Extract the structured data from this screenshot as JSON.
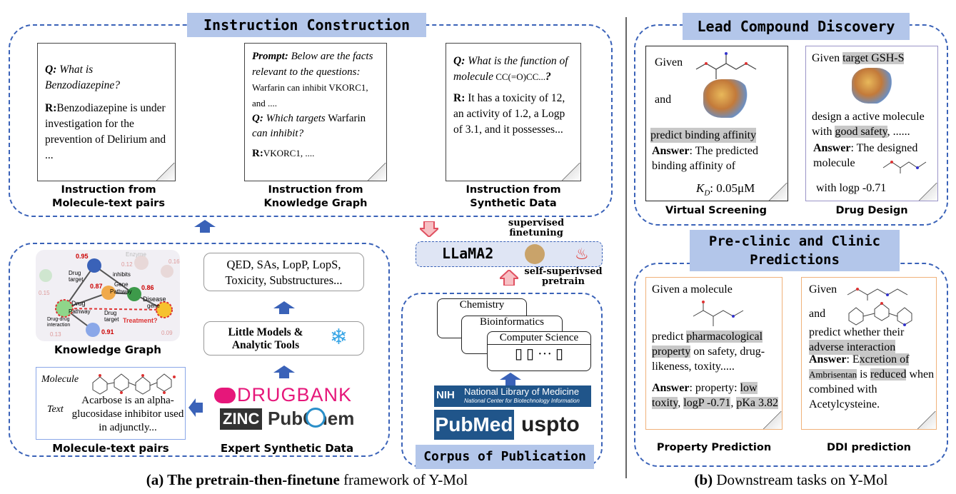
{
  "panel_a": {
    "instruction_title": "Instruction Construction",
    "cards": [
      {
        "q_prefix": "Q:",
        "q_text": " What is Benzodiazepine?",
        "r_prefix": "R:",
        "r_text": "Benzodiazepine is under investigation for the prevention of Delirium and ...",
        "label": "Instruction from Molecule-text pairs"
      },
      {
        "prompt_prefix": "Prompt:",
        "prompt_italic": " Below are the facts relevant to the questions:",
        "prompt_plain": " Warfarin can inhibit  VKORC1, and ....",
        "q_prefix": "Q:",
        "q_italic1": " Which targets",
        "q_plain": " Warfarin",
        "q_italic2": " can inhibit?",
        "r_prefix": "R:",
        "r_text": "VKORC1, ....",
        "label": "Instruction from Knowledge Graph"
      },
      {
        "q_prefix": "Q:",
        "q_italic": " What is the function of molecule",
        "q_code": " CC(=O)CC...",
        "q_end": "?",
        "r_prefix": "R:",
        "r_text": " It has a toxicity of 12, an activity of 1.2, a Logp of 3.1, and it possesses...",
        "label": "Instruction from Synthetic Data"
      }
    ],
    "supervised": "supervised finetuning",
    "llama": "LLaMA2",
    "self_supervised": "self-superivsed pretrain",
    "kg_label": "Knowledge Graph",
    "kg_nodes": {
      "drug": "Drug",
      "gene": "Gene",
      "pathway1": "Pathway",
      "pathway2": "Pathway",
      "disease": "Disease",
      "gene2": "gene",
      "drug_target1": "Drug target",
      "drug_target2": "Drug target",
      "inhibits": "inhibits",
      "ddi": "Drug-drug interaction",
      "treatment": "Treatment?",
      "enzyme": "Enzyme",
      "w095": "0.95",
      "w087": "0.87",
      "w086": "0.86",
      "w091": "0.91",
      "w012": "0.12",
      "w016": "0.16",
      "w015": "0.15",
      "w013": "0.13",
      "w009": "0.09"
    },
    "props_box": "QED, SAs, LopP, LopS, Toxicity, Substructures...",
    "tools_box": "Little Models & Analytic Tools",
    "mt_molecule": "Molecule",
    "mt_text": "Text",
    "mt_desc": "Acarbose is an alpha-glucosidase inhibitor used in adjunctly...",
    "mt_label": "Molecule-text pairs",
    "drugbank": "DRUGBANK",
    "zinc": "ZINC",
    "pubchem": "PubChem",
    "expert_label": "Expert Synthetic Data",
    "corpus_pages": [
      "Chemistry",
      "Bioinformatics",
      "Computer Science"
    ],
    "ellipsis": "···",
    "nih": "NIH",
    "nlm": "National Library of Medicine",
    "nlm_sub": "National Center for Biotechnology Information",
    "pubmed": "PubMed",
    "uspto": "uspto",
    "corpus_label": "Corpus of Publication",
    "caption_bold": "(a) The ",
    "caption_emph": "pretrain-then-finetune",
    "caption_rest": " framework of Y-Mol"
  },
  "panel_b": {
    "lead_title": "Lead Compound Discovery",
    "vs": {
      "given": "Given",
      "and": "and",
      "task": "predict binding affinity",
      "answer_label": "Answer",
      "answer_text": ": The predicted binding affinity of",
      "kd": "K",
      "kd_sub": "D",
      "kd_val": ": 0.05μM",
      "label": "Virtual Screening"
    },
    "dd": {
      "given": "Given",
      "target": "target GSH-S",
      "design": "design a active molecule with",
      "safety": "good safety",
      "rest": ", ......",
      "answer_label": "Answer",
      "answer_text": ": The designed molecule",
      "logp": "with logp -0.71",
      "label": "Drug Design"
    },
    "clinic_title": "Pre-clinic and Clinic Predictions",
    "pp": {
      "given": "Given a molecule",
      "predict": "predict",
      "prop": "pharmacological property",
      "rest": " on safety, drug-likeness, toxity.....",
      "answer_label": "Answer",
      "answer_text": ": property:",
      "low": "low toxity",
      "comma": ",",
      "logp": "logP -0.71",
      "pka": "pKa 3.82",
      "label": "Property Prediction"
    },
    "ddi": {
      "given": "Given",
      "and": "and",
      "predict": "predict whether their",
      "adverse": "adverse interaction",
      "answer_label": "Answer",
      "answer_text": ": E",
      "excretion": "xcretion of",
      "drug": "Ambrisentan",
      "is": " is ",
      "reduced": "reduced",
      "rest": " when combined with Acetylcysteine.",
      "label": "DDI prediction"
    },
    "caption_bold": "(b)",
    "caption_rest": " Downstream tasks on Y-Mol"
  },
  "colors": {
    "accent_blue": "#3a62b8",
    "title_fill": "#b3c6ea",
    "highlight": "#c8c8c8",
    "card_border_orange": "#f0b27a",
    "card_border_purple": "#9a94c8",
    "drugbank_pink": "#e6177a",
    "red_arrow": "#e05060"
  }
}
